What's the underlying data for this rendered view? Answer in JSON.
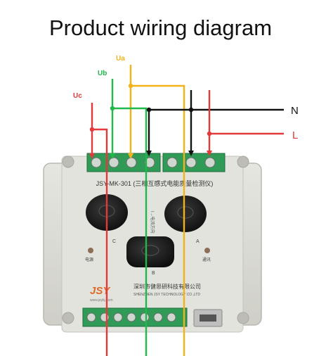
{
  "title": "Product wiring diagram",
  "wires": {
    "ua": {
      "label": "Ua",
      "color": "#f2b21b"
    },
    "ub": {
      "label": "Ub",
      "color": "#1fb84a"
    },
    "uc": {
      "label": "Uc",
      "color": "#e23a3a"
    },
    "n": {
      "label": "N",
      "color": "#111111"
    },
    "l": {
      "label": "L",
      "color": "#e23a3a"
    }
  },
  "device": {
    "model_line": "JSY-MK-301 (三相互感式电能质量检测仪)",
    "company_cn": "深圳市健思研科技有限公司",
    "company_en": "SHENZHEN JSY TECHNOLOGY CO.,LTD",
    "brand": "JSY",
    "website": "www.jsykj.com",
    "power_label": "电源",
    "comm_label": "通讯",
    "current_direction_label": "I→电流方向",
    "ct_labels": {
      "c": "C",
      "a": "A",
      "b": "B"
    }
  },
  "colors": {
    "housing": "#dcdcd6",
    "housing_edge": "#b9b9b2",
    "terminal_green": "#2f9b57",
    "ct_core": "#1b1b1b"
  }
}
